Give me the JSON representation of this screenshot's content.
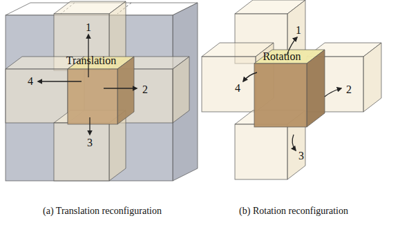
{
  "diagram": {
    "labels": [
      "1",
      "Translation",
      "4",
      "2",
      "3",
      "1",
      "Rotation",
      "4",
      "2",
      "3",
      "(a) Translation reconfiguration",
      "(b) Rotation reconfiguration"
    ]
  }
}
